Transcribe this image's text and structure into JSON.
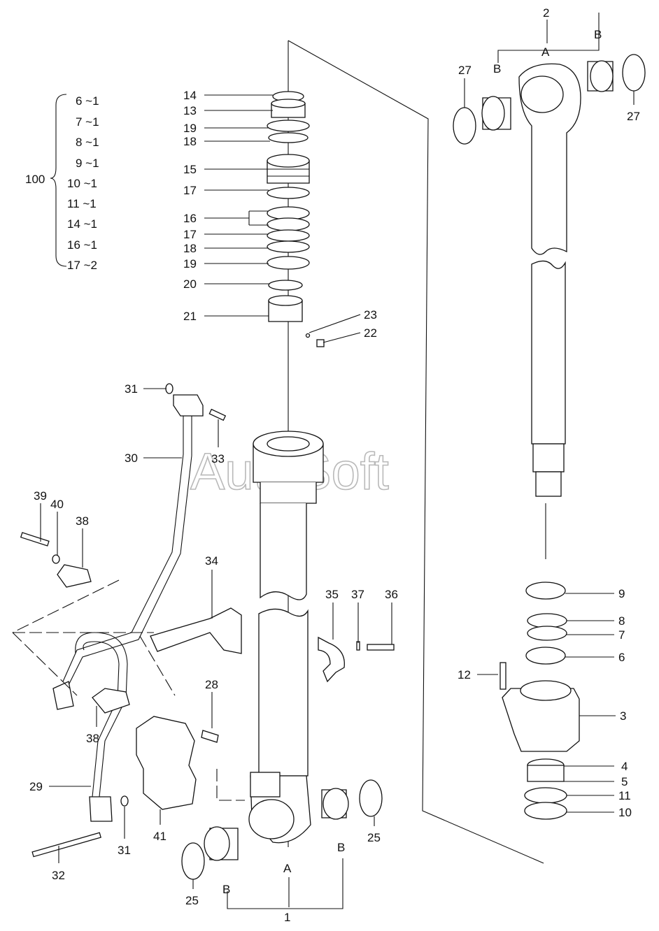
{
  "watermark": "AutoSoft",
  "kit": {
    "label": "100",
    "items": [
      "6 ~1",
      "7 ~1",
      "8 ~1",
      "9 ~1",
      "10 ~1",
      "11 ~1",
      "14 ~1",
      "16 ~1",
      "17 ~2"
    ]
  },
  "callouts": {
    "c1": "1",
    "c2": "2",
    "c3": "3",
    "c4": "4",
    "c5": "5",
    "c6": "6",
    "c7": "7",
    "c8": "8",
    "c9": "9",
    "c10": "10",
    "c11": "11",
    "c12": "12",
    "c13": "13",
    "c14": "14",
    "c15": "15",
    "c16": "16",
    "c17a": "17",
    "c17b": "17",
    "c18a": "18",
    "c18b": "18",
    "c19a": "19",
    "c19b": "19",
    "c20": "20",
    "c21": "21",
    "c22": "22",
    "c23": "23",
    "c25a": "25",
    "c25b": "25",
    "c27a": "27",
    "c27b": "27",
    "c28": "28",
    "c29": "29",
    "c30": "30",
    "c31a": "31",
    "c31b": "31",
    "c32": "32",
    "c33": "33",
    "c34": "34",
    "c35": "35",
    "c36": "36",
    "c37": "37",
    "c38a": "38",
    "c38b": "38",
    "c39": "39",
    "c40": "40",
    "c41": "41"
  },
  "letters": {
    "tubeA": "A",
    "tubeB1": "B",
    "tubeB2": "B",
    "rodA": "A",
    "rodB1": "B",
    "rodB2": "B"
  }
}
